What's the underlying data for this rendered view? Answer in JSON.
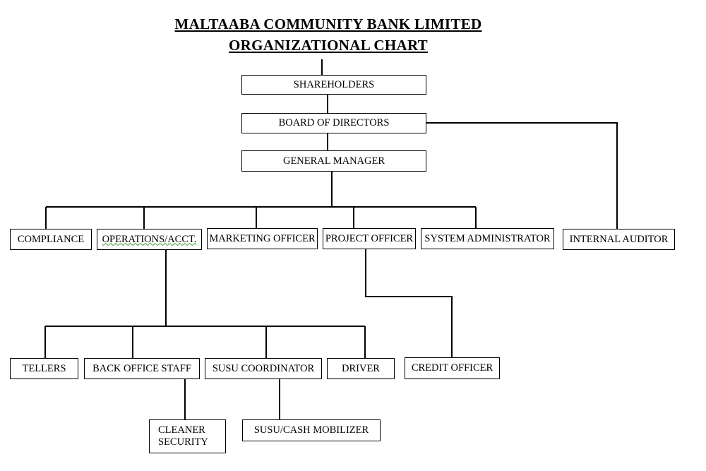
{
  "title_line1": "MALTAABA COMMUNITY  BANK LIMITED",
  "title_line2": "ORGANIZATIONAL  CHART",
  "nodes": {
    "shareholders": "SHAREHOLDERS",
    "board": "BOARD OF DIRECTORS",
    "general_manager": "GENERAL MANAGER",
    "compliance": "COMPLIANCE",
    "operations": "OPERATIONS/ACCT.",
    "marketing": "MARKETING OFFICER",
    "project": "PROJECT OFFICER",
    "sysadmin": "SYSTEM ADMINISTRATOR",
    "auditor": "INTERNAL AUDITOR",
    "tellers": "TELLERS",
    "back_office": "BACK OFFICE STAFF",
    "susu_coord": "SUSU COORDINATOR",
    "driver": "DRIVER",
    "credit": "CREDIT OFFICER",
    "cleaner": "CLEANER",
    "security": "SECURITY",
    "susu_mobilizer": "SUSU/CASH MOBILIZER"
  }
}
